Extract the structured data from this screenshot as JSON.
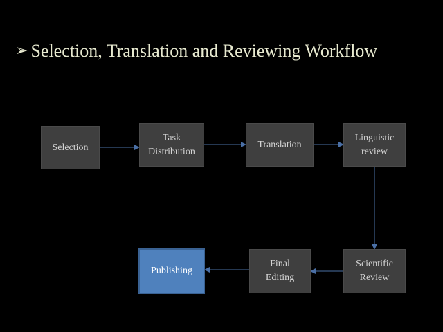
{
  "slide": {
    "bullet_icon": "arrowhead-bullet-icon",
    "title": "Selection, Translation and Reviewing Workflow"
  },
  "workflow": {
    "steps": [
      {
        "id": "selection",
        "label": "Selection"
      },
      {
        "id": "distribution",
        "label": "Task\nDistribution"
      },
      {
        "id": "translation",
        "label": "Translation"
      },
      {
        "id": "linguistic",
        "label": "Linguistic\nreview"
      },
      {
        "id": "scientific",
        "label": "Scientific\nReview"
      },
      {
        "id": "final",
        "label": "Final\nEditing"
      },
      {
        "id": "publishing",
        "label": "Publishing"
      }
    ],
    "edges": [
      [
        "selection",
        "distribution"
      ],
      [
        "distribution",
        "translation"
      ],
      [
        "translation",
        "linguistic"
      ],
      [
        "linguistic",
        "scientific"
      ],
      [
        "scientific",
        "final"
      ],
      [
        "final",
        "publishing"
      ]
    ],
    "colors": {
      "box_fill": "#3f3f3f",
      "highlight_fill": "#4f81bd",
      "connector": "#4a6fa5",
      "title": "#e8ead0"
    }
  }
}
